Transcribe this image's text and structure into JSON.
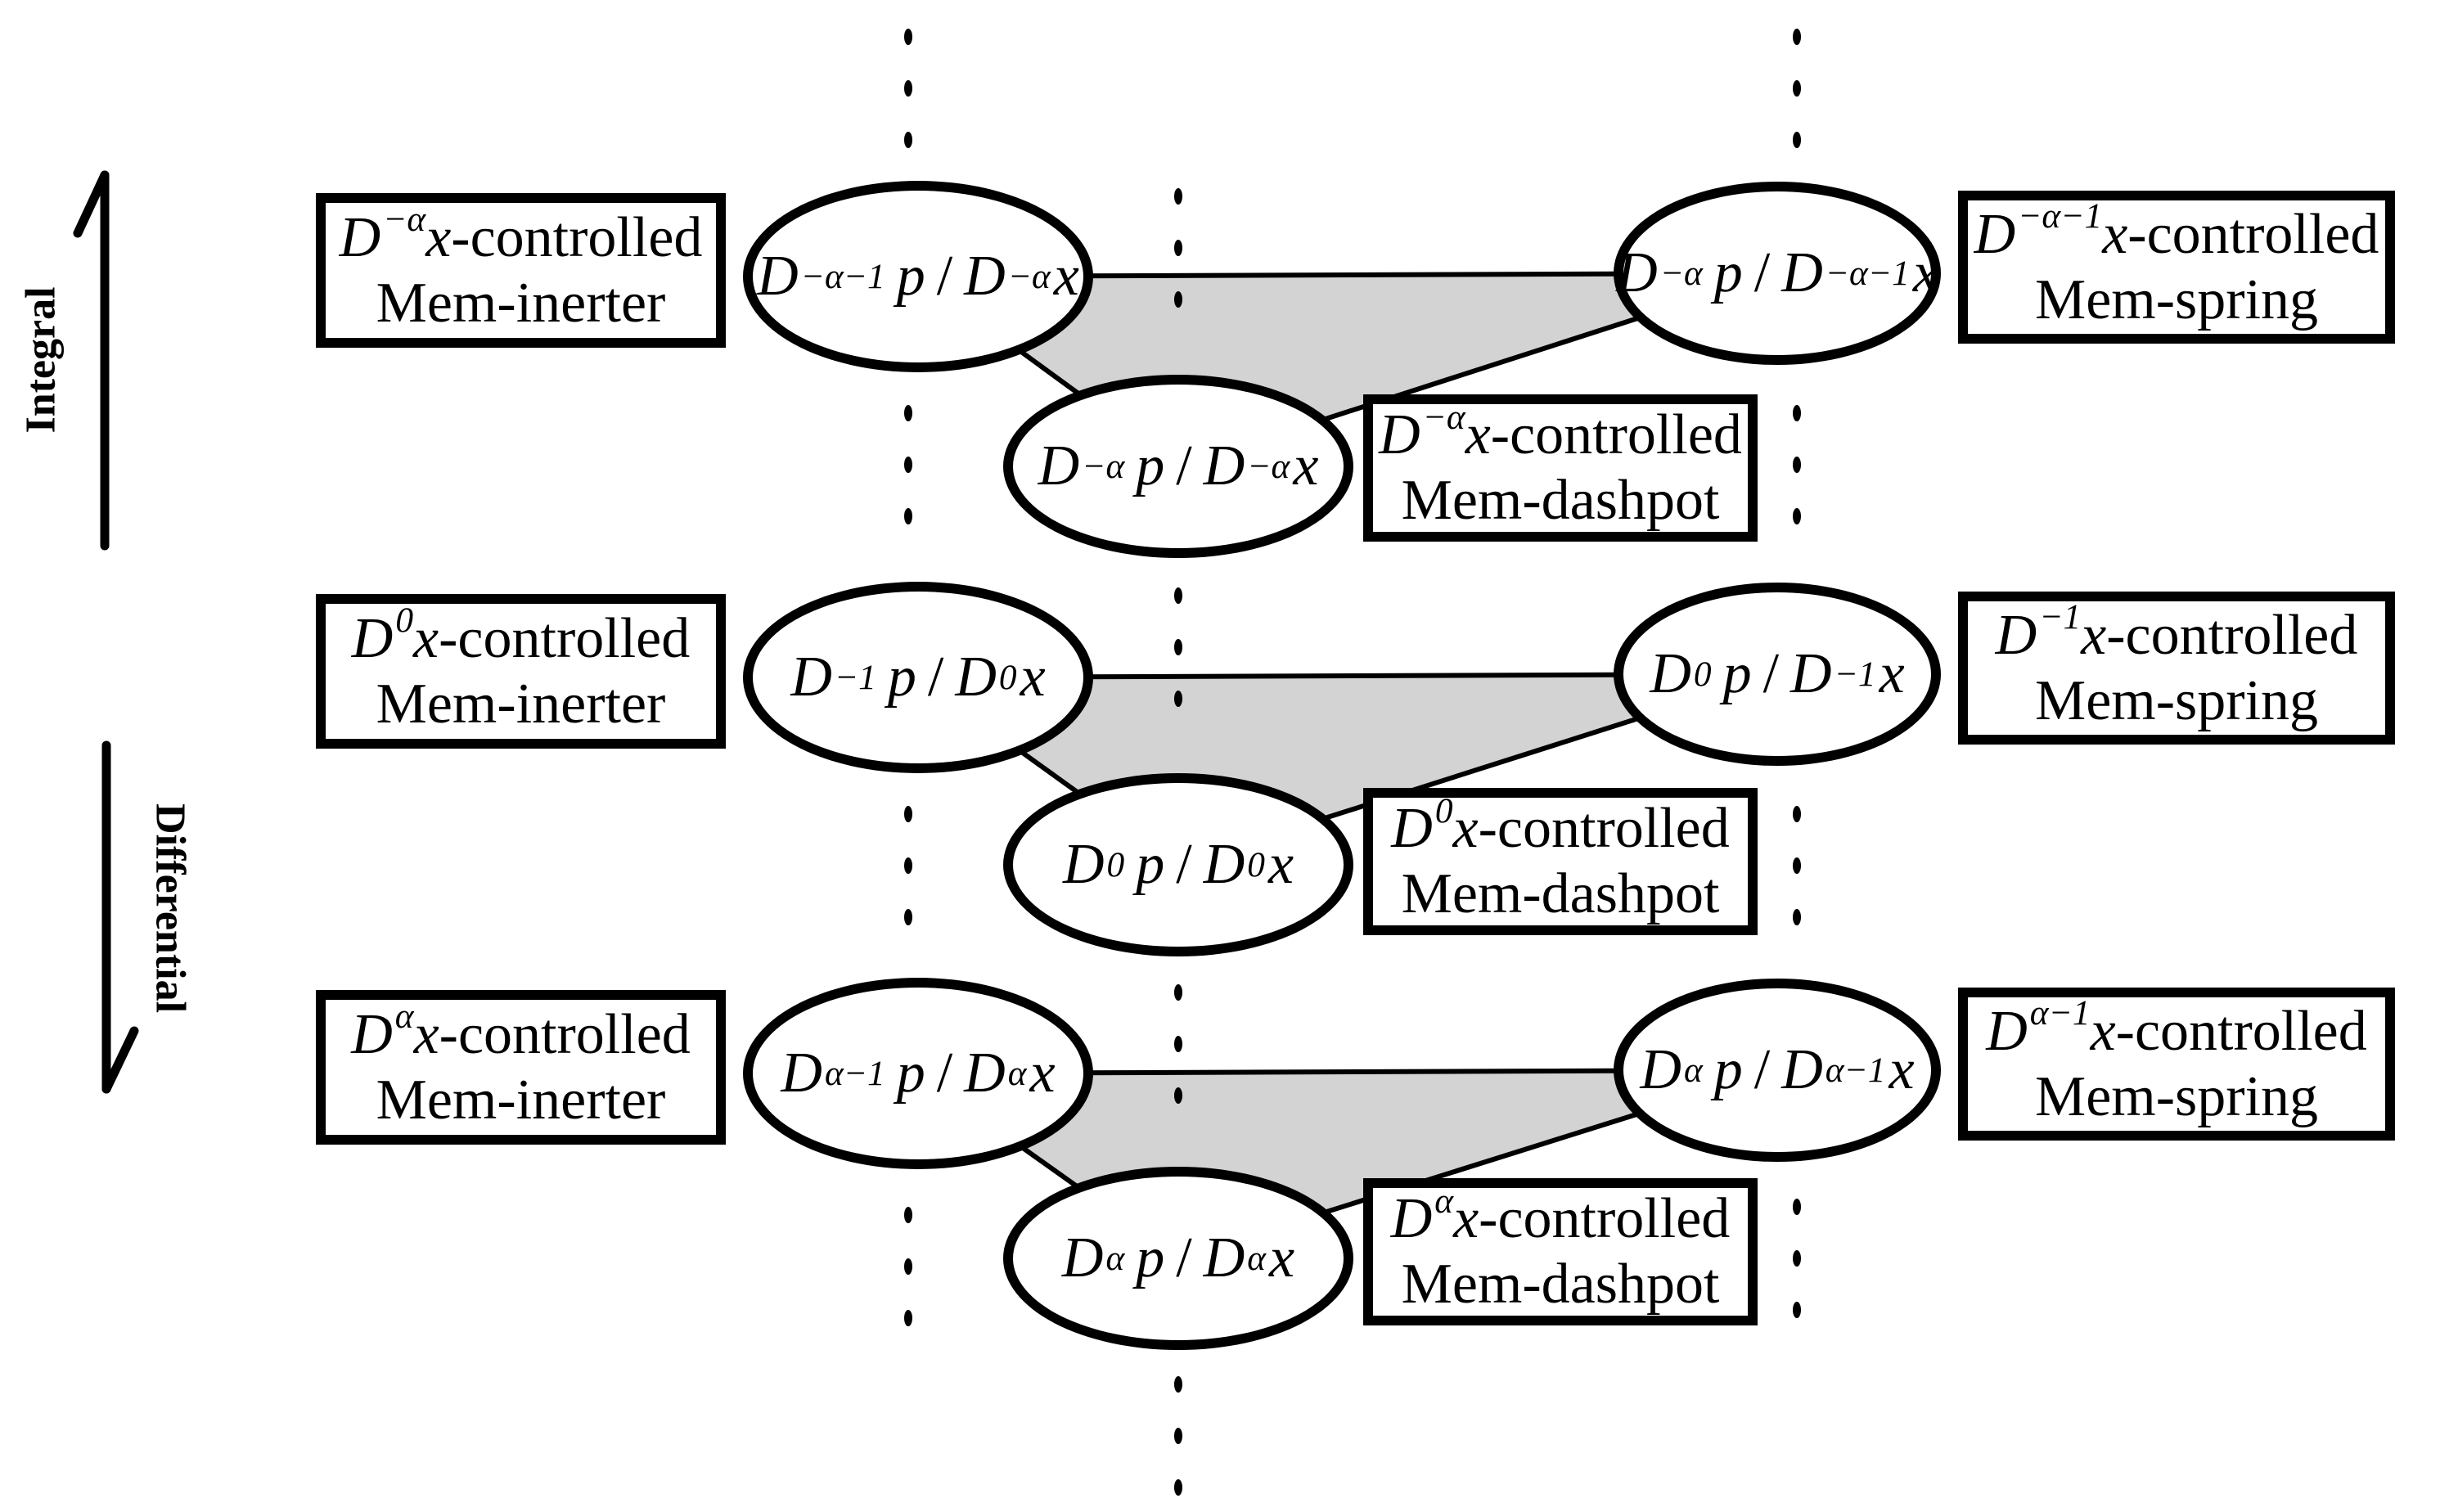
{
  "labels": {
    "integral": "Integral",
    "differential": "Differential"
  },
  "math": {
    "D": "D",
    "p": "p",
    "x": "x",
    "slash": "/"
  },
  "strings": {
    "controlled_suffix": "-controlled"
  },
  "colors": {
    "ink": "#000000",
    "shade": "#d3d3d3"
  },
  "rows": [
    {
      "inerter": {
        "sup": "−α",
        "device": "Mem-inerter"
      },
      "left_ellipse": {
        "sup1": "−α−1",
        "sup2": "−α"
      },
      "bottom_ellipse": {
        "sup1": "−α",
        "sup2": "−α"
      },
      "dashpot": {
        "sup": "−α",
        "device": "Mem-dashpot"
      },
      "right_ellipse": {
        "sup1": "−α",
        "sup2": "−α−1"
      },
      "spring": {
        "sup": "−α−1",
        "device": "Mem-spring"
      }
    },
    {
      "inerter": {
        "sup": "0",
        "device": "Mem-inerter"
      },
      "left_ellipse": {
        "sup1": "−1",
        "sup2": "0"
      },
      "bottom_ellipse": {
        "sup1": "0",
        "sup2": "0"
      },
      "dashpot": {
        "sup": "0",
        "device": "Mem-dashpot"
      },
      "right_ellipse": {
        "sup1": "0",
        "sup2": "−1"
      },
      "spring": {
        "sup": "−1",
        "device": "Mem-spring"
      }
    },
    {
      "inerter": {
        "sup": "α",
        "device": "Mem-inerter"
      },
      "left_ellipse": {
        "sup1": "α−1",
        "sup2": "α"
      },
      "bottom_ellipse": {
        "sup1": "α",
        "sup2": "α"
      },
      "dashpot": {
        "sup": "α",
        "device": "Mem-dashpot"
      },
      "right_ellipse": {
        "sup1": "α",
        "sup2": "α−1"
      },
      "spring": {
        "sup": "α−1",
        "device": "Mem-spring"
      }
    }
  ]
}
